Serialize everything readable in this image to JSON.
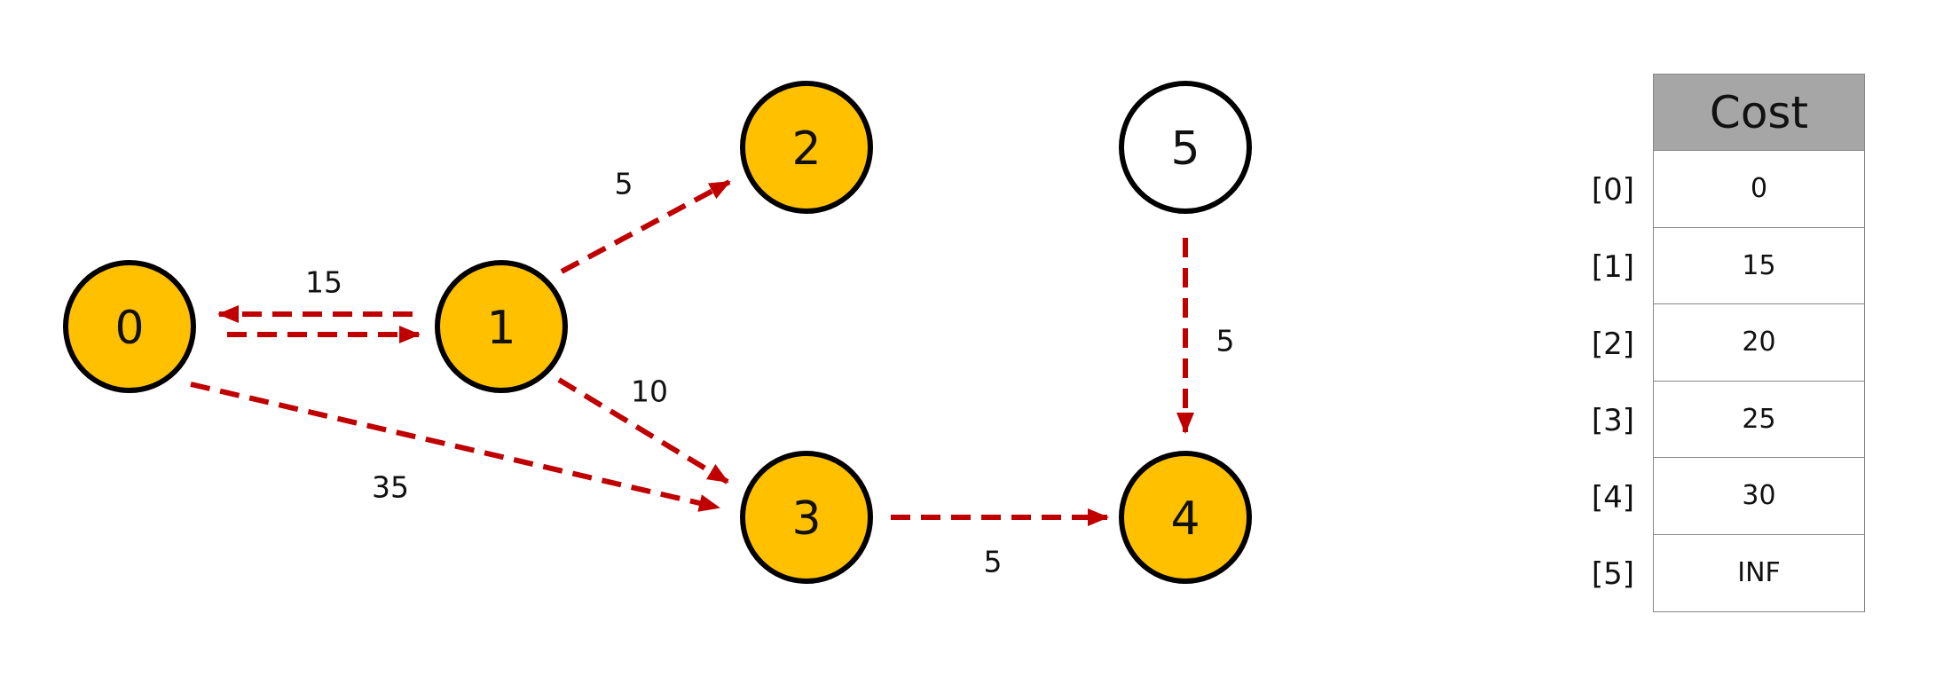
{
  "colors": {
    "visited": "#FFC000",
    "unvisited": "#FFFFFF",
    "edge": "#C00000",
    "header_bg": "#A6A6A6"
  },
  "nodes": [
    {
      "id": "0",
      "label": "0",
      "visited": true
    },
    {
      "id": "1",
      "label": "1",
      "visited": true
    },
    {
      "id": "2",
      "label": "2",
      "visited": true
    },
    {
      "id": "3",
      "label": "3",
      "visited": true
    },
    {
      "id": "4",
      "label": "4",
      "visited": true
    },
    {
      "id": "5",
      "label": "5",
      "visited": false
    }
  ],
  "edges": [
    {
      "from": "1",
      "to": "0",
      "weight": "15",
      "show_label": true
    },
    {
      "from": "0",
      "to": "1",
      "weight": "15",
      "show_label": false
    },
    {
      "from": "1",
      "to": "2",
      "weight": "5",
      "show_label": true
    },
    {
      "from": "1",
      "to": "3",
      "weight": "10",
      "show_label": true
    },
    {
      "from": "0",
      "to": "3",
      "weight": "35",
      "show_label": true
    },
    {
      "from": "3",
      "to": "4",
      "weight": "5",
      "show_label": true
    },
    {
      "from": "5",
      "to": "4",
      "weight": "5",
      "show_label": true
    }
  ],
  "table": {
    "header": "Cost",
    "rows": [
      {
        "index": "[0]",
        "value": "0"
      },
      {
        "index": "[1]",
        "value": "15"
      },
      {
        "index": "[2]",
        "value": "20"
      },
      {
        "index": "[3]",
        "value": "25"
      },
      {
        "index": "[4]",
        "value": "30"
      },
      {
        "index": "[5]",
        "value": "INF"
      }
    ]
  }
}
